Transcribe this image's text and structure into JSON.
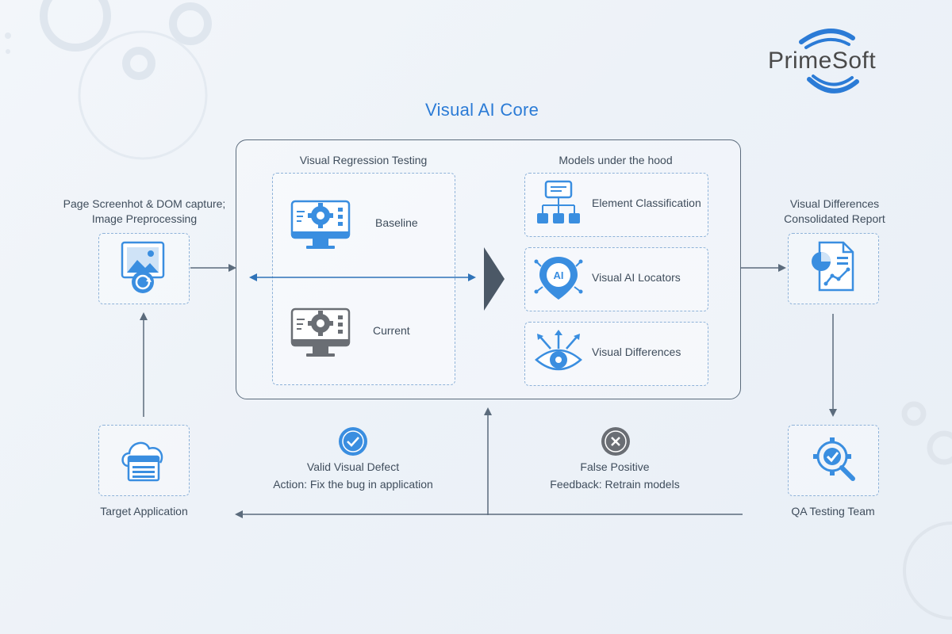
{
  "brand": {
    "name": "PrimeSoft"
  },
  "core": {
    "title": "Visual AI Core"
  },
  "vrt": {
    "heading": "Visual Regression Testing",
    "baseline": "Baseline",
    "current": "Current"
  },
  "models": {
    "heading": "Models under the hood",
    "items": [
      {
        "label": "Element Classification",
        "icon": "hierarchy-icon"
      },
      {
        "label": "Visual AI Locators",
        "icon": "ai-pin-icon"
      },
      {
        "label": "Visual Differences",
        "icon": "eye-arrows-icon"
      }
    ]
  },
  "left_input": {
    "line1": "Page Screenhot & DOM capture;",
    "line2": "Image Preprocessing"
  },
  "target_app": {
    "label": "Target Application"
  },
  "report": {
    "line1": "Visual Differences",
    "line2": "Consolidated Report"
  },
  "qa_team": {
    "label": "QA Testing Team"
  },
  "valid_defect": {
    "line1": "Valid Visual Defect",
    "line2": "Action: Fix the bug in application"
  },
  "false_positive": {
    "line1": "False Positive",
    "line2": "Feedback: Retrain models"
  },
  "colors": {
    "accent": "#2b7bd6",
    "icon_blue": "#3a8ee0",
    "arrow": "#5b6b7c",
    "dashed": "#8fb3d9"
  }
}
